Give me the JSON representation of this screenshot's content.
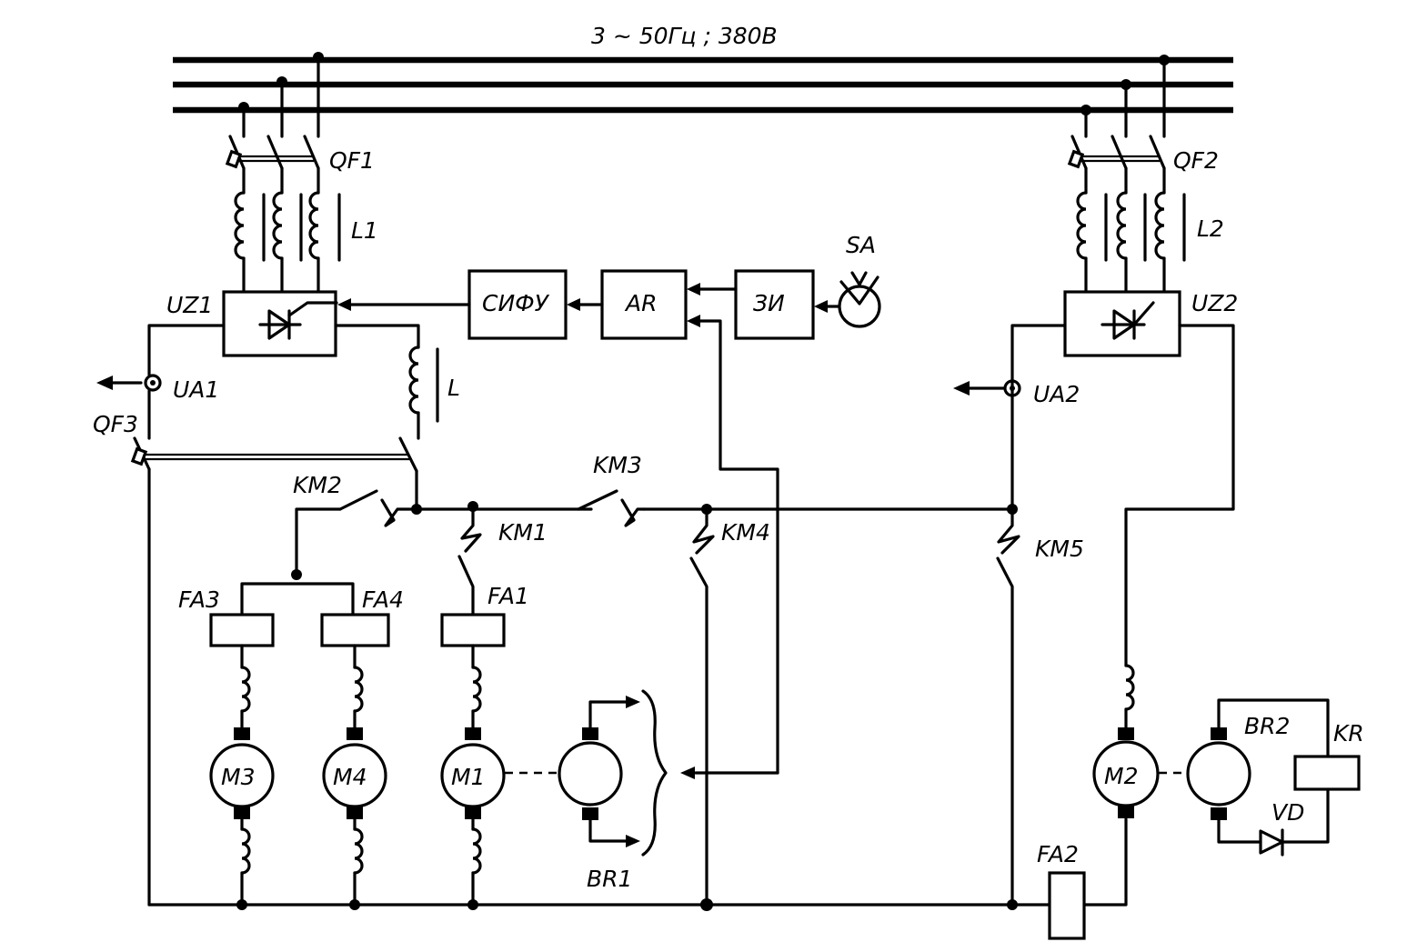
{
  "supply": "3 ~ 50Гц ; 380В",
  "labels": {
    "qf1": "QF1",
    "qf2": "QF2",
    "qf3": "QF3",
    "l1": "L1",
    "l2": "L2",
    "l": "L",
    "uz1": "UZ1",
    "uz2": "UZ2",
    "ua1": "UA1",
    "ua2": "UA2",
    "sa": "SA",
    "km1": "KM1",
    "km2": "KM2",
    "km3": "KM3",
    "km4": "KM4",
    "km5": "KM5",
    "fa1": "FA1",
    "fa2": "FA2",
    "fa3": "FA3",
    "fa4": "FA4",
    "br1": "BR1",
    "br2": "BR2",
    "kr": "KR",
    "vd": "VD"
  },
  "blocks": {
    "sifu": "СИФУ",
    "ar": "AR",
    "zi": "ЗИ"
  },
  "motors": {
    "m1": "M1",
    "m2": "M2",
    "m3": "M3",
    "m4": "M4"
  }
}
